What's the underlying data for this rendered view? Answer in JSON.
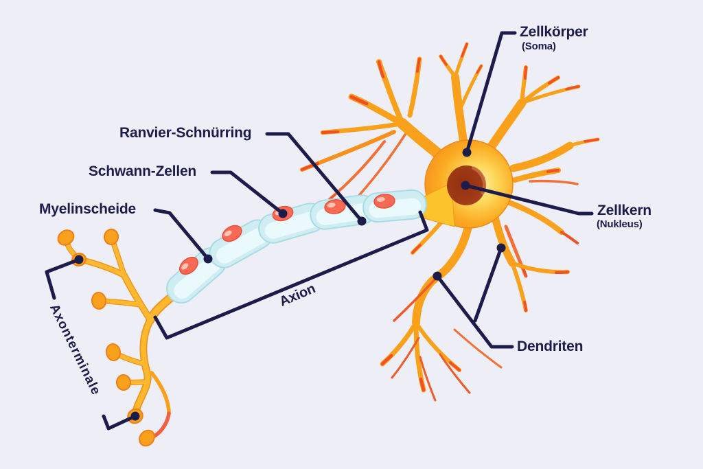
{
  "background": "#EDEEF6",
  "labels": {
    "zellkoerper": "Zellkörper",
    "zellkoerper_sub": "(Soma)",
    "zellkern": "Zellkern",
    "zellkern_sub": "(Nukleus)",
    "ranvier": "Ranvier-Schnürring",
    "schwann": "Schwann-Zellen",
    "myelinscheide": "Myelinscheide",
    "axon": "Axion",
    "axonterminale": "Axonterminale",
    "dendriten": "Dendriten"
  },
  "colors": {
    "pointer_navy": "#1B1C4A",
    "soma_orange": "#F5881D",
    "soma_highlight": "#FEF0B0",
    "nucleus_red": "#A23B16",
    "dendrite_orange": "#F9A11B",
    "dendrite_tip_red": "#EF5024",
    "myelin_fill": "#CFEDF2",
    "myelin_inner": "#EAF9FB",
    "schwann_nucleus_red": "#F96A55",
    "axon_yellow": "#FCB92F",
    "terminal_bulb_orange": "#F9A01D",
    "background": "#EDEEF6"
  }
}
